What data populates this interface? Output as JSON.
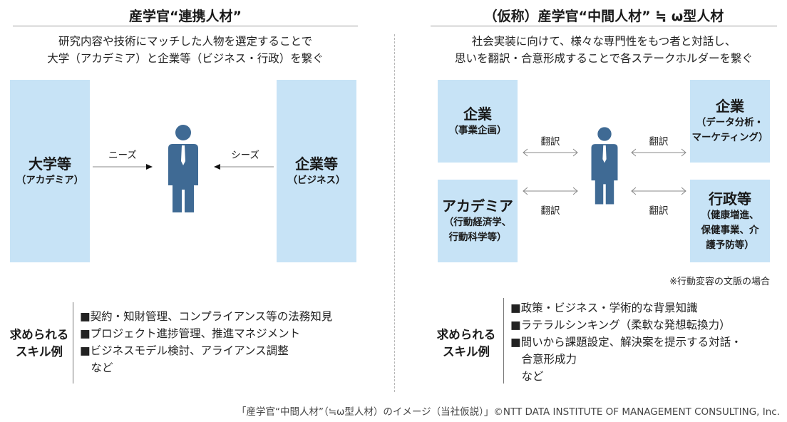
{
  "left": {
    "title": "産学官“連携人材”",
    "desc_line1": "研究内容や技術にマッチした人物を選定することで",
    "desc_line2": "大学（アカデミア）と企業等（ビジネス・行政）を繋ぐ",
    "box_left_title": "大学等",
    "box_left_sub": "（アカデミア）",
    "box_right_title": "企業等",
    "box_right_sub": "（ビジネス）",
    "arrow_left_label": "ニーズ",
    "arrow_right_label": "シーズ",
    "skill_label_line1": "求められる",
    "skill_label_line2": "スキル例",
    "skills": [
      "■契約・知財管理、コンプライアンス等の法務知見",
      "■プロジェクト進捗管理、推進マネジメント",
      "■ビジネスモデル検討、アライアンス調整",
      "　など"
    ]
  },
  "right": {
    "title": "（仮称）産学官“中間人材” ≒ ω型人材",
    "desc_line1": "社会実装に向けて、様々な専門性をもつ者と対話し、",
    "desc_line2": "思いを翻訳・合意形成することで各ステークホルダーを繋ぐ",
    "box_tl_title": "企業",
    "box_tl_sub": "（事業企画）",
    "box_bl_title": "アカデミア",
    "box_bl_sub1": "（行動経済学、",
    "box_bl_sub2": "行動科学等）",
    "box_tr_title": "企業",
    "box_tr_sub1": "（データ分析・",
    "box_tr_sub2": "マーケティング）",
    "box_br_title": "行政等",
    "box_br_sub1": "（健康増進、",
    "box_br_sub2": "保健事業、介",
    "box_br_sub3": "護予防等）",
    "translate_label": "翻訳",
    "note": "※行動変容の文脈の場合",
    "skill_label_line1": "求められる",
    "skill_label_line2": "スキル例",
    "skills": [
      "■政策・ビジネス・学術的な背景知識",
      "■ラテラルシンキング（柔軟な発想転換力）",
      "■問いから課題設定、解決案を提示する対話・",
      "　合意形成力",
      "　など"
    ]
  },
  "footer": "「産学官“中間人材”（≒ω型人材）のイメージ（当社仮説）」©NTT DATA INSTITUTE OF MANAGEMENT CONSULTING, Inc.",
  "colors": {
    "box_fill": "#c7e3f6",
    "person_fill": "#3f6a94",
    "tie": "#ffffff"
  }
}
